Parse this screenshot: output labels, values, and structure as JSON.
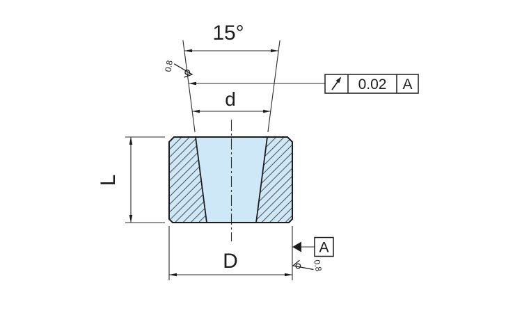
{
  "dimensions": {
    "taper_angle": "15°",
    "bore_diameter": "d",
    "length": "L",
    "outer_diameter": "D"
  },
  "geometric_tolerance": {
    "symbol_icon": "circular-runout-icon",
    "value": "0.02",
    "datum_ref": "A"
  },
  "datum_feature": {
    "label": "A"
  },
  "surface_finish": {
    "taper_roughness": "0.8",
    "outer_roughness": "0.8"
  },
  "colors": {
    "section_fill": "#cfe8f7",
    "line": "#1c1c1c"
  }
}
